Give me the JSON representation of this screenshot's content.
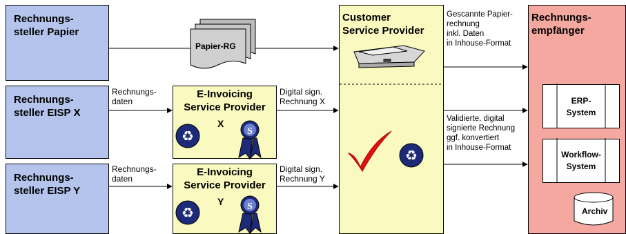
{
  "senders": {
    "paper": "Rechnungs-\nsteller Papier",
    "eisp_x": "Rechnungs-\nsteller EISP X",
    "eisp_y": "Rechnungs-\nsteller EISP Y"
  },
  "eisp": {
    "title": "E-Invoicing\nService Provider",
    "x_suffix": "X",
    "y_suffix": "Y"
  },
  "csp": {
    "title": "Customer\nService Provider"
  },
  "receiver": {
    "title": "Rechnungs-\nempfänger",
    "erp": "ERP-\nSystem",
    "workflow": "Workflow-\nSystem",
    "archive": "Archiv"
  },
  "paper_invoice": "Papier-RG",
  "labels": {
    "data_x": "Rechnungs-\ndaten",
    "data_y": "Rechnungs-\ndaten",
    "sign_x": "Digital sign.\nRechnung X",
    "sign_y": "Digital sign.\nRechnung Y",
    "scanned": "Gescannte Papier-\nrechnung\ninkl. Daten\nin Inhouse-Format",
    "validated": "Validierte, digital\nsignierte Rechnung\nggf. konvertiert\nin Inhouse-Format"
  },
  "icons": {
    "scanner": "scanner-icon",
    "checkmark": "checkmark-icon",
    "recycle": "recycle-icon",
    "seal": "seal-ribbon-icon"
  },
  "colors": {
    "sender": "#b4c4ec",
    "provider": "#fafac0",
    "receiver": "#f4a8a0",
    "icon_blue": "#1c2a78",
    "check_red": "#e01010"
  }
}
